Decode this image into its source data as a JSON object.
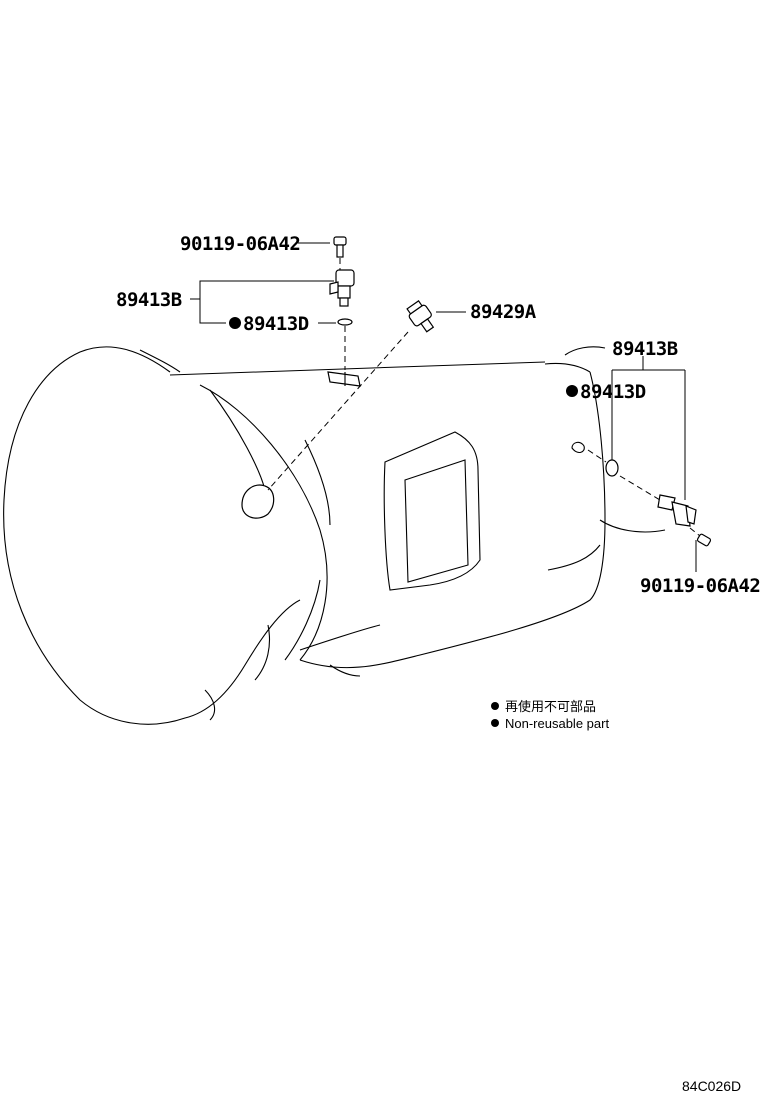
{
  "labels": {
    "bolt_top": "90119-06A42",
    "sensor_top": "89413B",
    "oring_top": "89413D",
    "switch": "89429A",
    "sensor_right": "89413B",
    "oring_right": "89413D",
    "bolt_right": "90119-06A42"
  },
  "legend": {
    "japanese": "再使用不可部品",
    "english": "Non-reusable part"
  },
  "figure_code": "84C026D",
  "marker_icon": "filled-circle-icon"
}
